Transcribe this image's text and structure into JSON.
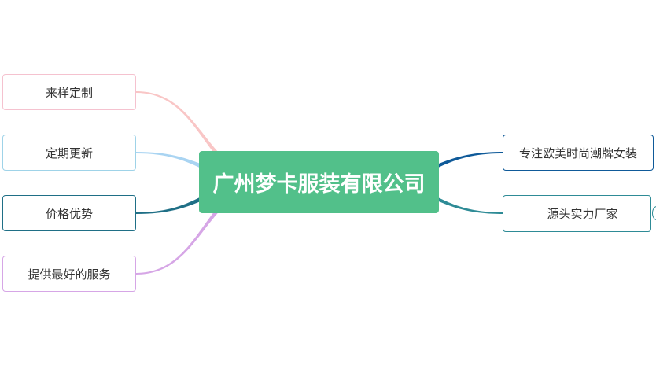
{
  "root": {
    "label": "广州梦卡服装有限公司",
    "color": "#52c08a"
  },
  "left_branches": [
    {
      "label": "来样定制",
      "line_color": "#f9c6c6",
      "border_color": "#f5c2cf"
    },
    {
      "label": "定期更新",
      "line_color": "#a9d4f2",
      "border_color": "#9fd3e8"
    },
    {
      "label": "价格优势",
      "line_color": "#1f6f86",
      "border_color": "#1f6f86"
    },
    {
      "label": "提供最好的服务",
      "line_color": "#d6a6e6",
      "border_color": "#d6a6e6"
    }
  ],
  "right_branches": [
    {
      "label": "专注欧美时尚潮牌女装",
      "line_color": "#0f5a99",
      "border_color": "#0f5a99"
    },
    {
      "label": "源头实力厂家",
      "line_color": "#2e8b96",
      "border_color": "#2e8b96"
    }
  ]
}
